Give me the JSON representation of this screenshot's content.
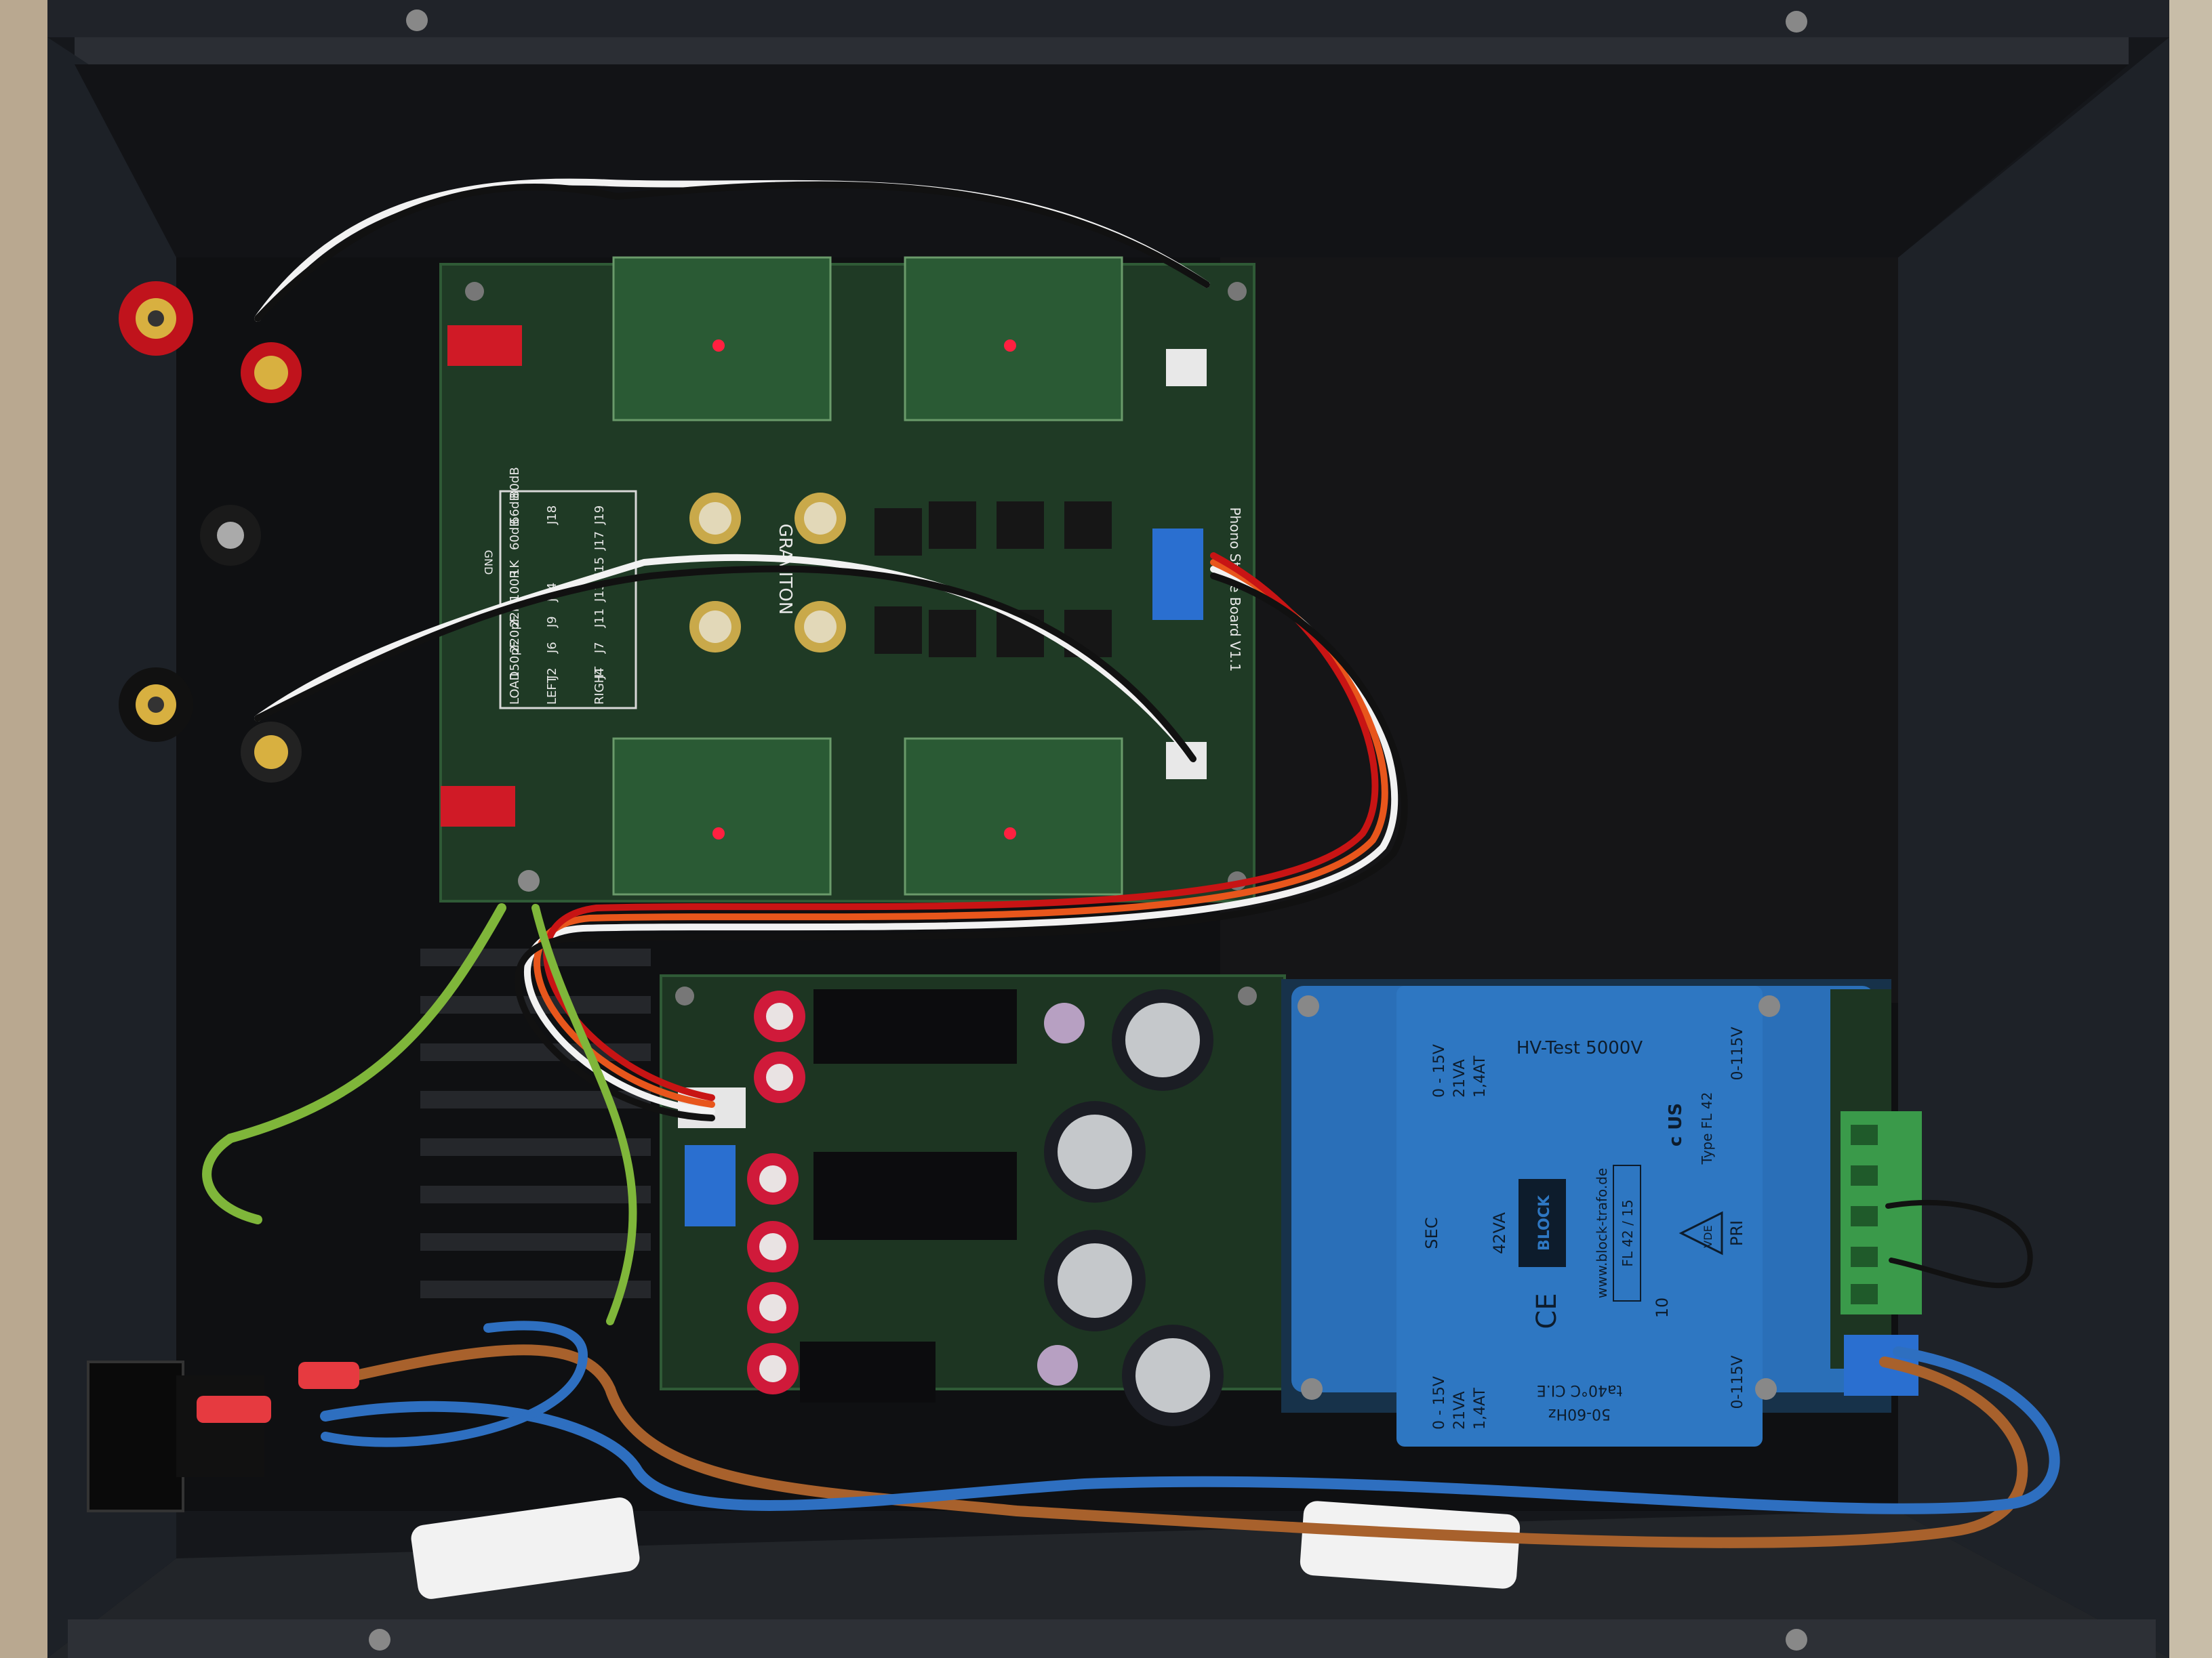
{
  "photo": {
    "colors": {
      "wall": "#b9a890",
      "case": "#17191d",
      "case_floor": "#0f1012",
      "pcb": "#1f3a25",
      "transformer": "#2a6fb8",
      "wire_brown": "#a8612c",
      "wire_blue": "#2e6fc0",
      "wire_earth": "#7fb63a",
      "terminal_green": "#3a9a4a"
    }
  },
  "phono_board": {
    "brand": "GRAVITON",
    "version_label": "Phono Stage Board V1.1",
    "gnd_label": "GND",
    "jumper_table": {
      "headers": [
        "LOAD",
        "LEFT",
        "RIGHT"
      ],
      "rows": [
        [
          "150pF",
          "J2",
          "J4"
        ],
        [
          "220pF",
          "J6",
          "J7"
        ],
        [
          "22R",
          "J9",
          "J11"
        ],
        [
          "100R",
          "J14",
          "J13"
        ],
        [
          "1K",
          "",
          "J15"
        ],
        [
          "60dB",
          "",
          "J17"
        ],
        [
          "66dB",
          "J18",
          "J19"
        ],
        [
          "80dB",
          "",
          ""
        ]
      ]
    }
  },
  "transformer": {
    "test_label": "HV-Test 5000V",
    "left_spec": [
      "0 - 15V",
      "21VA",
      "1,4AT"
    ],
    "left_spec_bottom": [
      "0 - 15V",
      "21VA",
      "1,4AT"
    ],
    "sec_label": "SEC",
    "pri_label": "PRI",
    "va_label": "42VA",
    "brand": "BLOCK",
    "website": "www.block-trafo.de",
    "model_box": "FL 42 / 15",
    "type_label": "Type FL 42",
    "ce_mark": "CE",
    "ul_mark": "c US",
    "vde_mark": "VDE",
    "primary_top": "0-115V",
    "primary_bottom": "0-115V",
    "freq_label": "50-60Hz",
    "temp_label": "ta40°C CI.E",
    "cert_digit": "10"
  }
}
